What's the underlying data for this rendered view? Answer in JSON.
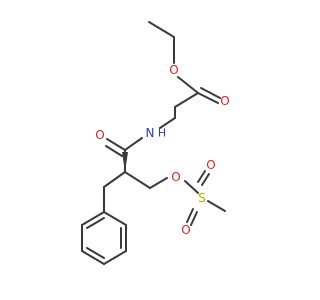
{
  "structure": {
    "atoms": {
      "o_ether": "O",
      "o_carbonyl_ester": "O",
      "n_amide": "N",
      "h_amide": "H",
      "o_carbonyl_amide": "O",
      "o_sulfonate": "O",
      "s_sulfonyl": "S",
      "o_sulfonyl_top": "O",
      "o_sulfonyl_bottom": "O"
    },
    "colors": {
      "bond": "#3a3a3a",
      "oxygen": "#e8221c",
      "nitrogen": "#2a3cc4",
      "sulfur": "#b3b300"
    }
  }
}
